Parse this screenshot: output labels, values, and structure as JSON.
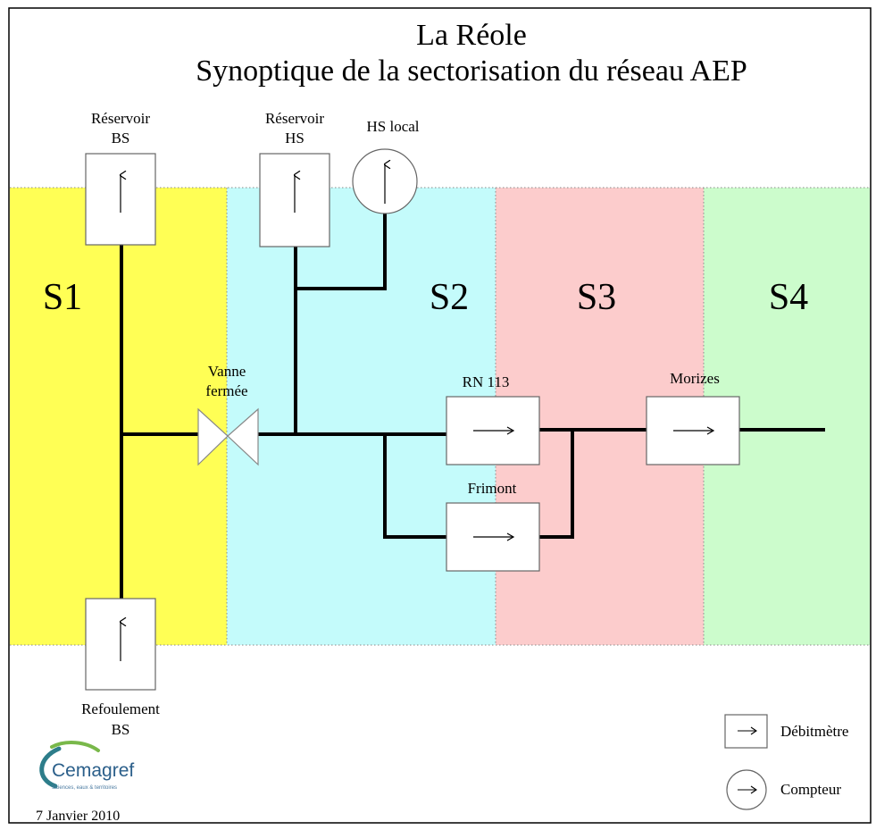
{
  "title": {
    "line1": "La Réole",
    "line2": "Synoptique de la sectorisation du réseau AEP"
  },
  "sectors": [
    {
      "label": "S1",
      "color": "#ffff55"
    },
    {
      "label": "S2",
      "color": "#c4fbfb"
    },
    {
      "label": "S3",
      "color": "#fccccc"
    },
    {
      "label": "S4",
      "color": "#ccfccc"
    }
  ],
  "labels": {
    "reservoir_bs": [
      "Réservoir",
      "BS"
    ],
    "reservoir_hs": [
      "Réservoir",
      "HS"
    ],
    "hs_local": "HS local",
    "vanne": [
      "Vanne",
      "fermée"
    ],
    "rn113": "RN 113",
    "frimont": "Frimont",
    "morizes": "Morizes",
    "refoulement_bs": [
      "Refoulement",
      "BS"
    ]
  },
  "legend": {
    "debitmetre": "Débitmètre",
    "compteur": "Compteur"
  },
  "logo": {
    "name": "Cemagref",
    "tagline": "Sciences, eaux & territoires"
  },
  "date": "7 Janvier 2010",
  "colors": {
    "pipe": "#000000",
    "box_border": "#666666"
  }
}
